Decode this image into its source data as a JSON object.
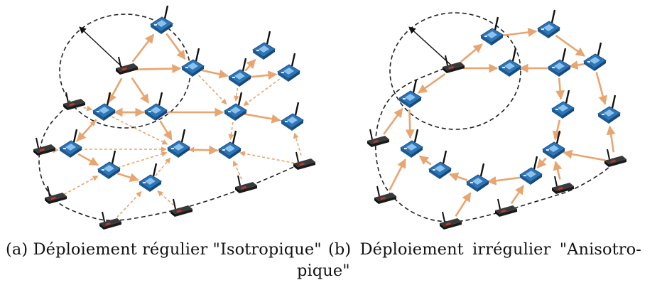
{
  "captions": {
    "a": "(a) Déploiement régulier \"Isotropique\"",
    "b_line1": "(b)  Déploiement  irrégulier  \"Anisotro-",
    "b_line2": "pique\""
  },
  "colors": {
    "link": "#e8a56f",
    "sensor_board": "#2f7fc0",
    "sink": "#2a2a2a",
    "boundary": "#222222"
  },
  "icons": {
    "sensor": "sensor-node-icon",
    "sink": "sink-node-icon"
  }
}
